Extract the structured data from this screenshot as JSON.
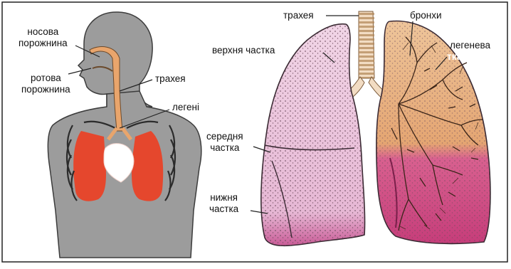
{
  "labels": {
    "nasal_cavity": "носова\nпорожнина",
    "oral_cavity": "ротова\nпорожнина",
    "trachea_body": "трахея",
    "lungs_body": "легені",
    "trachea_lungs": "трахея",
    "bronchi": "бронхи",
    "upper_lobe": "верхня частка",
    "middle_lobe": "середня\nчастка",
    "lower_lobe": "нижня\nчастка",
    "lung_tissue_line1": "легенева",
    "lung_tissue_line2": "тканина"
  },
  "colors": {
    "body_gray": "#9c9c9c",
    "body_outline": "#3c3c3c",
    "lung_red": "#e5472d",
    "heart_white": "#ffffff",
    "airway_orange": "#e9a56c",
    "left_lung_pink": "#ecc7df",
    "right_lung_orange": "#e8b88a",
    "right_lung_magenta": "#d8508d",
    "trachea_light": "#f2dcc3"
  }
}
